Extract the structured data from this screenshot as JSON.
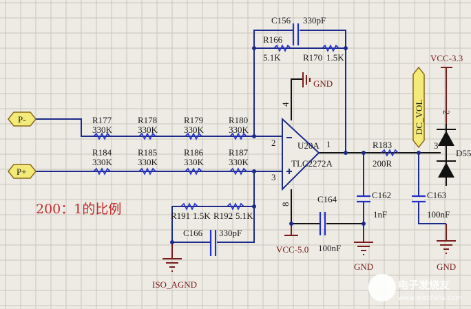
{
  "ports": {
    "p_minus": "P-",
    "p_plus": "P+",
    "dc_vol": "DC_VOL"
  },
  "resistors": [
    {
      "ref": "R177",
      "value": "330K"
    },
    {
      "ref": "R178",
      "value": "330K"
    },
    {
      "ref": "R179",
      "value": "330K"
    },
    {
      "ref": "R180",
      "value": "330K"
    },
    {
      "ref": "R184",
      "value": "330K"
    },
    {
      "ref": "R185",
      "value": "330K"
    },
    {
      "ref": "R186",
      "value": "330K"
    },
    {
      "ref": "R187",
      "value": "330K"
    },
    {
      "ref": "R166",
      "value": "5.1K"
    },
    {
      "ref": "R170",
      "value": "1.5K"
    },
    {
      "ref": "R191",
      "value": "1.5K"
    },
    {
      "ref": "R192",
      "value": "5.1K"
    },
    {
      "ref": "R183",
      "value": "200R"
    }
  ],
  "capacitors": [
    {
      "ref": "C156",
      "value": "330pF"
    },
    {
      "ref": "C166",
      "value": "330pF"
    },
    {
      "ref": "C164",
      "value": "100nF"
    },
    {
      "ref": "C162",
      "value": "1nF"
    },
    {
      "ref": "C163",
      "value": "100nF"
    }
  ],
  "opamp": {
    "ref": "U20A",
    "part": "TLC2272A",
    "pins": [
      "2",
      "3",
      "1",
      "4",
      "8"
    ]
  },
  "diode": {
    "ref": "D55",
    "pins": [
      "2",
      "3"
    ]
  },
  "power": {
    "gnd": "GND",
    "vcc33": "VCC-3.3",
    "vcc50": "VCC-5.0",
    "iso_agnd": "ISO_AGND"
  },
  "annotation": "200：1的比例",
  "watermark": {
    "name": "电子发烧友",
    "url": "www.elecfans.com"
  },
  "colors": {
    "wire": "#1c2a8a",
    "component": "#2330c8",
    "power": "#7a1a1a",
    "port": "#f3ea7a",
    "annotation": "#c0282a"
  }
}
